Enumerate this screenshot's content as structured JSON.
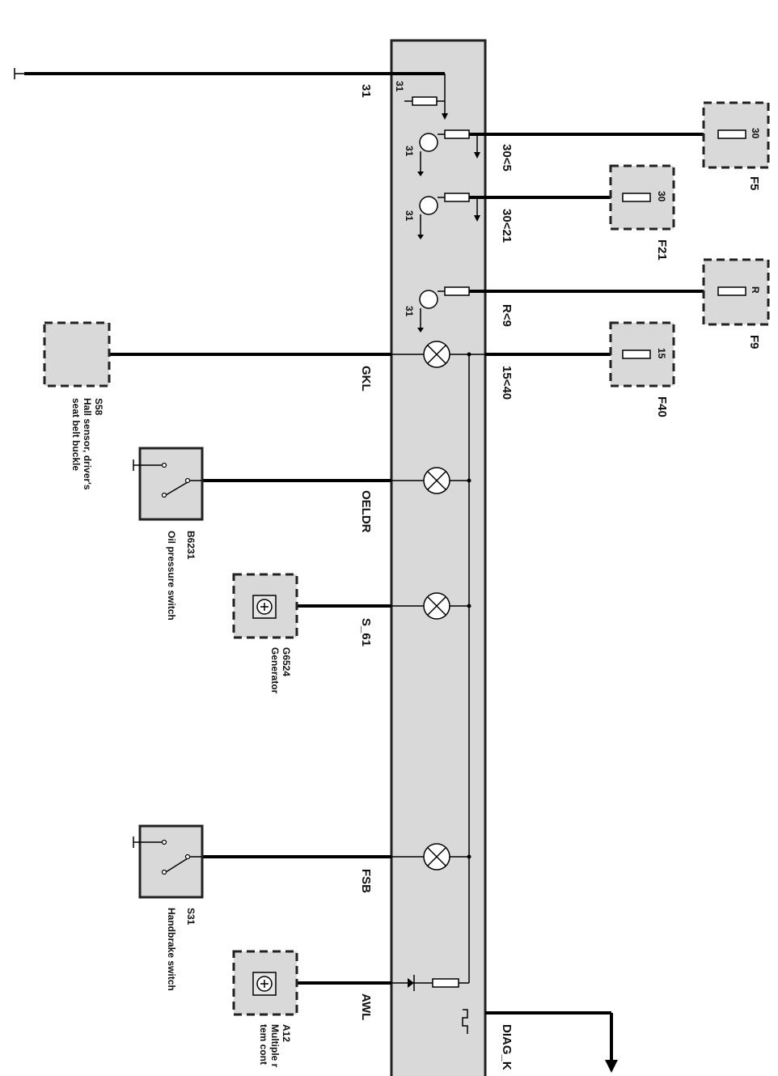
{
  "wires": {
    "ground": "31",
    "w1": "30<5",
    "w2": "30<21",
    "w3": "R<9",
    "w4": "15<40",
    "w5": "GKL",
    "w6": "OELDR",
    "w7": "S_61",
    "w8": "FSB",
    "w9": "AWL",
    "w10": "DIAG_K"
  },
  "pins": {
    "p31a": "31",
    "p31b": "31",
    "p31c": "31",
    "p31d": "31",
    "f5_pin": "30",
    "f21_pin": "30",
    "f9_pin": "R",
    "f40_pin": "15"
  },
  "fuses": {
    "f5": "F5",
    "f21": "F21",
    "f9": "F9",
    "f40": "F40"
  },
  "components": {
    "s58_id": "S58",
    "s58_name1": "Hall sensor, driver's",
    "s58_name2": "seat belt buckle",
    "b6231_id": "B6231",
    "b6231_name": "Oil pressure switch",
    "g6524_id": "G6524",
    "g6524_name": "Generator",
    "s31_id": "S31",
    "s31_name": "Handbrake switch",
    "a12_id": "A12",
    "a12_name1": "Multiple r",
    "a12_name2": "tem cont"
  },
  "colors": {
    "module_fill": "#d9d9d9",
    "wire": "#000000"
  }
}
